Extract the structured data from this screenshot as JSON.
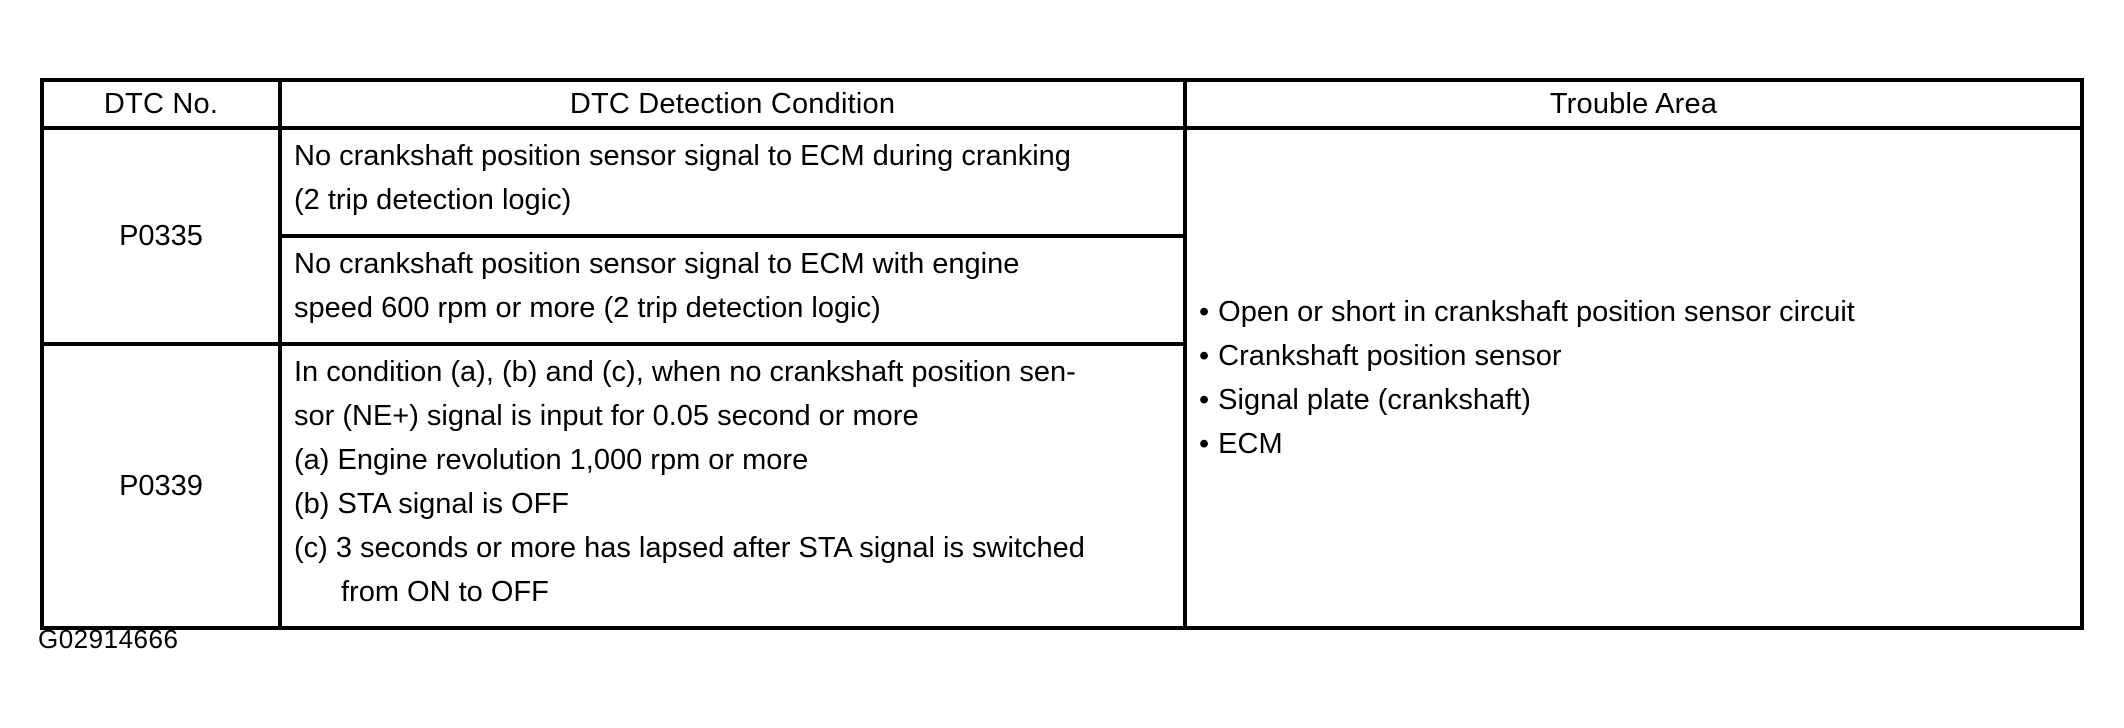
{
  "page": {
    "background_color": "#ffffff",
    "text_color": "#000000",
    "border_color": "#000000"
  },
  "table": {
    "headers": [
      "DTC No.",
      "DTC Detection Condition",
      "Trouble Area"
    ],
    "dtc_codes": [
      "P0335",
      "P0339"
    ],
    "conditions": {
      "p0335_cranking": {
        "lines": [
          "No crankshaft position sensor signal to ECM during cranking",
          "(2 trip detection logic)"
        ]
      },
      "p0335_engine_speed": {
        "lines": [
          "No crankshaft position sensor signal to ECM with engine",
          "speed 600 rpm or more (2 trip detection logic)"
        ]
      },
      "p0339": {
        "lines": [
          "In condition (a), (b) and (c), when no crankshaft position sen-",
          "sor (NE+) signal is input for 0.05 second or more",
          "(a) Engine revolution 1,000 rpm or more",
          "(b) STA signal is OFF",
          "(c) 3 seconds or more has lapsed after STA signal is switched",
          "from ON to OFF"
        ]
      }
    },
    "trouble_area": {
      "bullet_char": "•",
      "items": [
        "Open or short in crankshaft position sensor circuit",
        "Crankshaft position sensor",
        "Signal plate (crankshaft)",
        "ECM"
      ]
    }
  },
  "figure_id": "G02914666"
}
